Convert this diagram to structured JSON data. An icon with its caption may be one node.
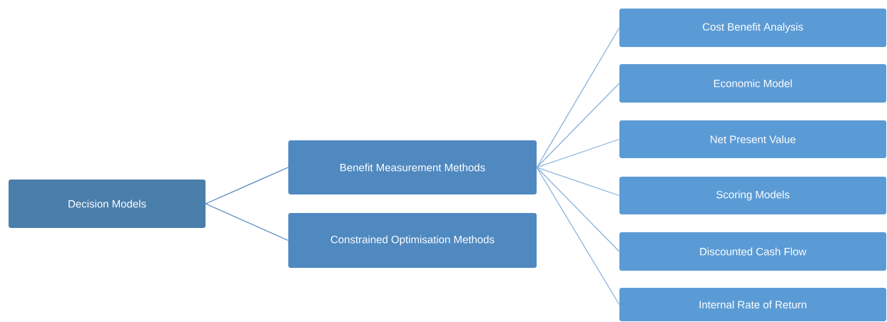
{
  "diagram": {
    "nodes": [
      {
        "text": [
          "Decision Models"
        ]
      },
      {
        "text": [
          "Benefit Measurement Methods"
        ]
      },
      {
        "text": [
          "Constrained Optimisation Methods"
        ]
      },
      {
        "text": [
          "Cost Benefit Analysis"
        ]
      },
      {
        "text": [
          "Economic Model"
        ]
      },
      {
        "text": [
          "Net Present Value"
        ]
      },
      {
        "text": [
          "Scoring Models"
        ]
      },
      {
        "text": [
          "Discounted Cash Flow"
        ]
      },
      {
        "text": [
          "Internal Rate of Return"
        ]
      }
    ],
    "edges": [
      {
        "from": 0,
        "to": 1,
        "arrow": "none"
      },
      {
        "from": 0,
        "to": 2,
        "arrow": "none"
      },
      {
        "from": 1,
        "to": 3,
        "arrow": "none"
      },
      {
        "from": 1,
        "to": 4,
        "arrow": "none"
      },
      {
        "from": 1,
        "to": 5,
        "arrow": "none"
      },
      {
        "from": 1,
        "to": 6,
        "arrow": "none"
      },
      {
        "from": 1,
        "to": 7,
        "arrow": "none"
      },
      {
        "from": 1,
        "to": 8,
        "arrow": "none"
      }
    ]
  }
}
